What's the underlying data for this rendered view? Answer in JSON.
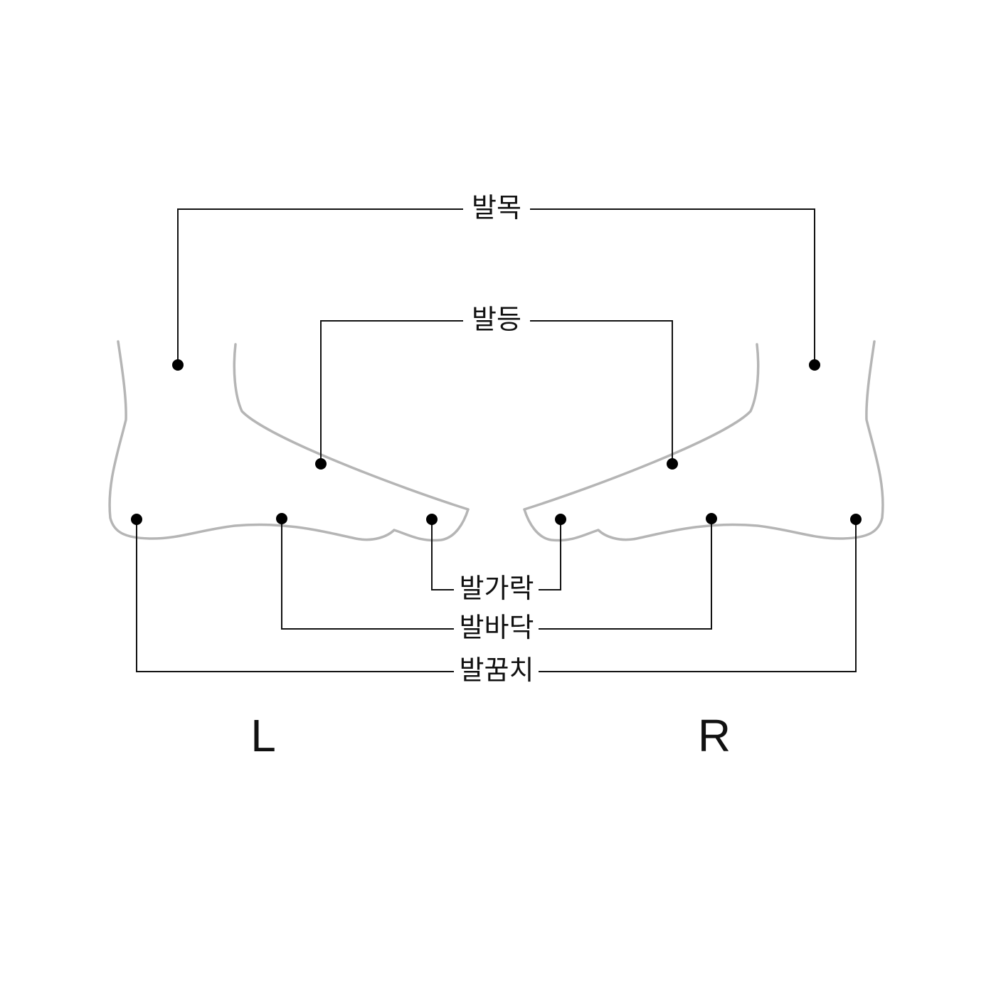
{
  "labels": {
    "ankle": "발목",
    "instep": "발등",
    "toes": "발가락",
    "sole": "발바닥",
    "heel": "발꿈치"
  },
  "sides": {
    "left": "L",
    "right": "R"
  },
  "colors": {
    "foot_outline": "#b5b5b5",
    "leader_line": "#111111",
    "point": "#000000",
    "background": "#ffffff"
  }
}
